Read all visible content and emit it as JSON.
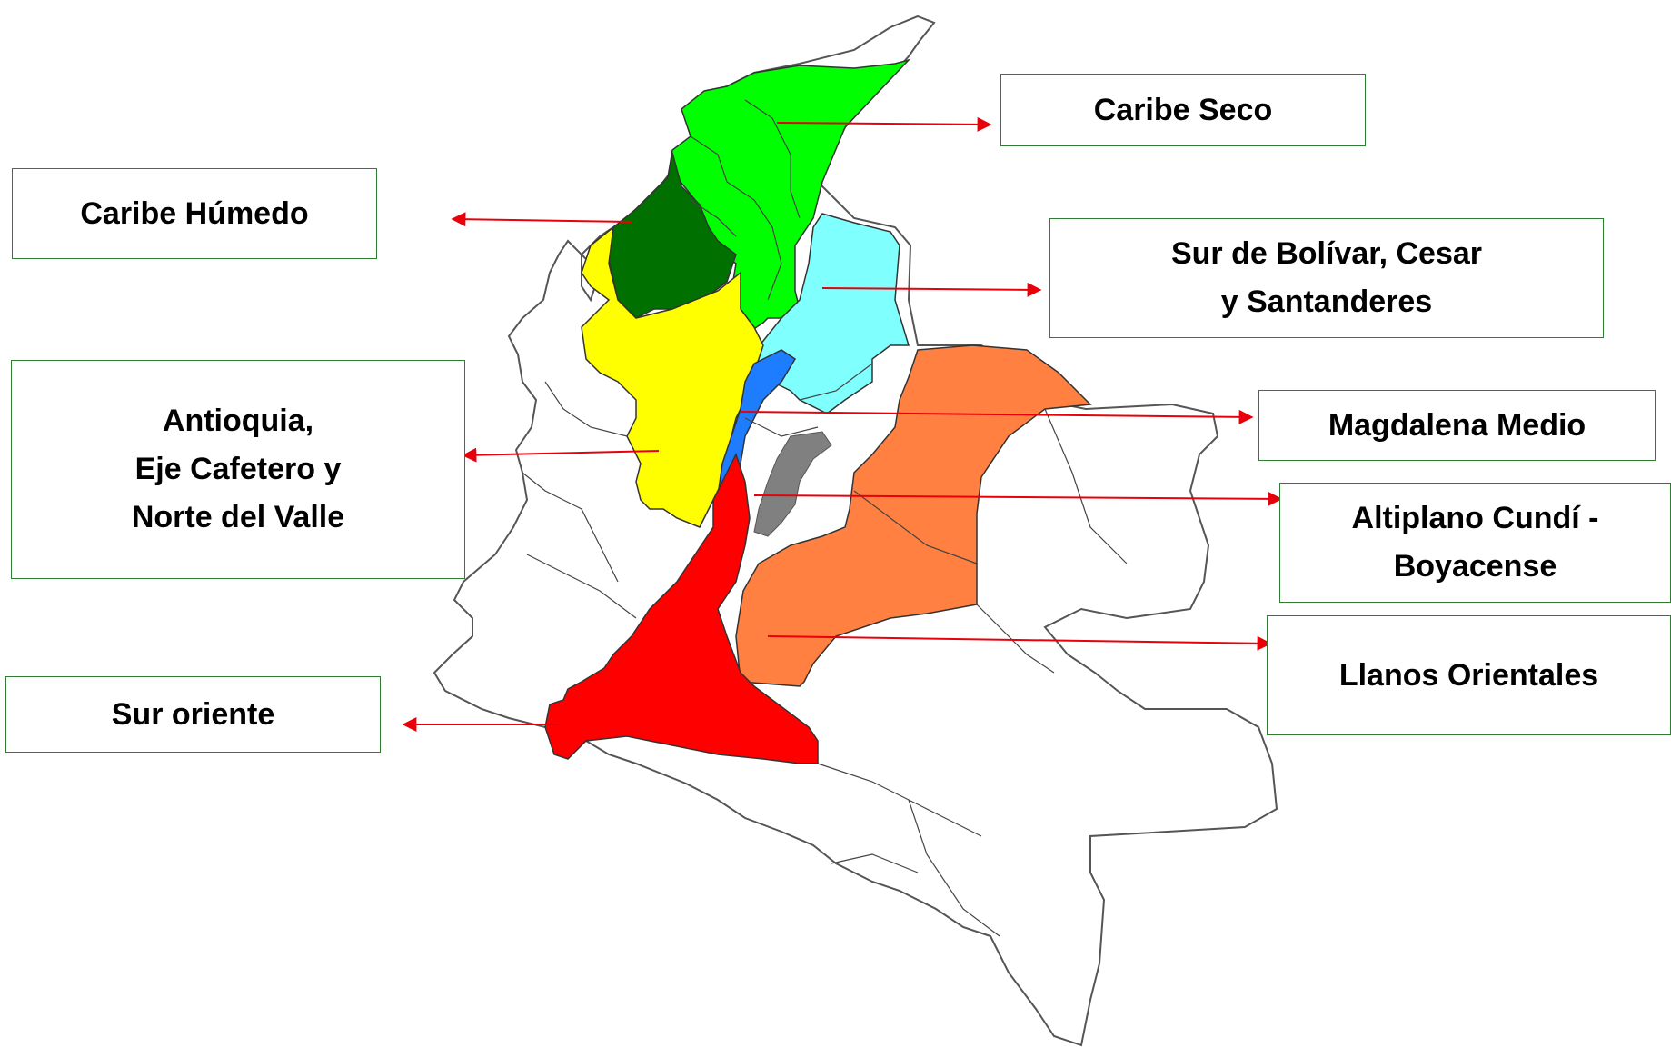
{
  "colors": {
    "caribe_seco": "#00ff00",
    "caribe_humedo": "#007000",
    "sur_bolivar": "#80ffff",
    "antioquia": "#ffff00",
    "magdalena_medio": "#1e7dff",
    "altiplano": "#808080",
    "llanos": "#ff8040",
    "sur_oriente": "#ff0000",
    "border": "#2e7d32",
    "arrow": "#e8000b"
  },
  "labels": {
    "caribe_seco": "Caribe Seco",
    "caribe_humedo": "Caribe Húmedo",
    "sur_bolivar": [
      "Sur de Bolívar,  Cesar",
      "y Santanderes"
    ],
    "antioquia": [
      "Antioquia,",
      "Eje Cafetero y",
      "Norte del Valle"
    ],
    "magdalena_medio": "Magdalena Medio",
    "altiplano": [
      "Altiplano Cundí -",
      "Boyacense"
    ],
    "llanos": "Llanos Orientales",
    "sur_oriente": "Sur oriente"
  }
}
